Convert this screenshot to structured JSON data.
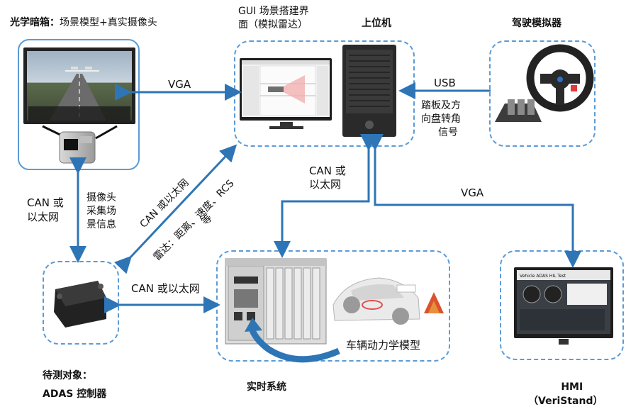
{
  "title_optical": {
    "bold": "光学暗箱：",
    "rest": "场景模型+真实摄像头"
  },
  "title_gui": {
    "line1": "GUI 场景搭建界",
    "line2": "面（模拟雷达）"
  },
  "title_host": "上位机",
  "title_driver": "驾驶模拟器",
  "label_vga_top": "VGA",
  "label_usb": "USB",
  "label_pedal": [
    "踏板及方",
    "向盘转角",
    "信号"
  ],
  "label_can_host": [
    "CAN 或",
    "以太网"
  ],
  "label_vga_right": "VGA",
  "label_can_left": [
    "CAN 或",
    "以太网"
  ],
  "label_camera": [
    "摄像头",
    "采集场",
    "景信息"
  ],
  "label_diag1": "CAN 或以太网",
  "label_diag2": "雷达：距离、速度、RCS",
  "label_diag3": "等",
  "label_can_mid": "CAN 或以太网",
  "label_vehicle": "车辆动力学模型",
  "title_dut": {
    "line1": "待测对象：",
    "line2": "ADAS 控制器"
  },
  "title_rt": "实时系统",
  "title_hmi": {
    "line1": "HMI",
    "line2": "（VeriStand）"
  },
  "hmi_screen_title": "Vehicle ADAS HIL Test",
  "colors": {
    "arrow": "#2e75b6",
    "box_border": "#5b9bd5"
  }
}
